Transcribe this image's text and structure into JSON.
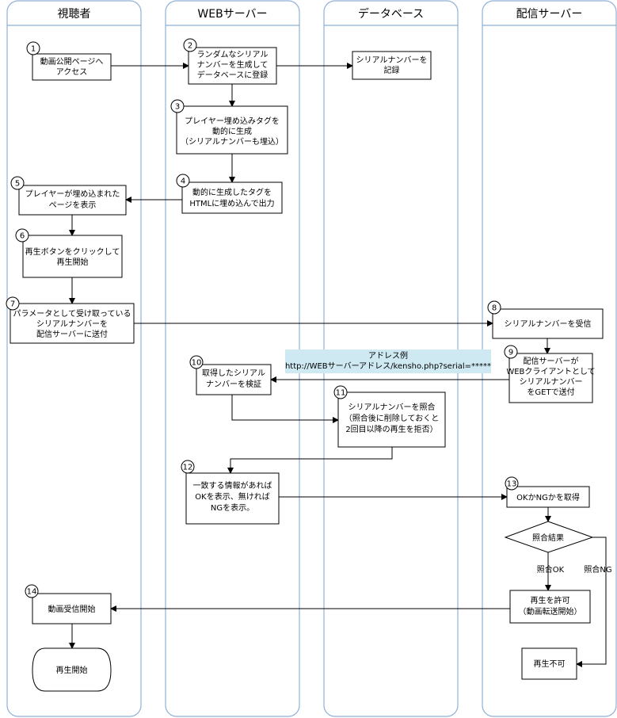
{
  "lanes": [
    "視聴者",
    "WEBサーバー",
    "データベース",
    "配信サーバー"
  ],
  "steps": [
    {
      "num": "1",
      "lines": [
        "動画公開ページへ",
        "アクセス"
      ]
    },
    {
      "num": "2",
      "lines": [
        "ランダムなシリアル",
        "ナンバーを生成して",
        "データベースに登録"
      ]
    },
    {
      "num": "",
      "lines": [
        "シリアルナンバーを",
        "記録"
      ]
    },
    {
      "num": "3",
      "lines": [
        "プレイヤー埋め込みタグを",
        "動的に生成",
        "（シリアルナンバーも埋込）"
      ]
    },
    {
      "num": "4",
      "lines": [
        "動的に生成したタグを",
        "HTMLに埋め込んで出力"
      ]
    },
    {
      "num": "5",
      "lines": [
        "プレイヤーが埋め込まれた",
        "ページを表示"
      ]
    },
    {
      "num": "6",
      "lines": [
        "再生ボタンをクリックして",
        "再生開始"
      ]
    },
    {
      "num": "7",
      "lines": [
        "パラメータとして受け取っている",
        "シリアルナンバーを",
        "配信サーバーに送付"
      ]
    },
    {
      "num": "8",
      "lines": [
        "シリアルナンバーを受信"
      ]
    },
    {
      "num": "9",
      "lines": [
        "配信サーバーが",
        "WEBクライアントとして",
        "シリアルナンバー",
        "をGETで送付"
      ]
    },
    {
      "num": "10",
      "lines": [
        "取得したシリアル",
        "ナンバーを検証"
      ]
    },
    {
      "num": "11",
      "lines": [
        "シリアルナンバーを照合",
        "（照合後に削除しておくと",
        "2回目以降の再生を拒否）"
      ]
    },
    {
      "num": "12",
      "lines": [
        "一致する情報があれば",
        "OKを表示、無ければ",
        "NGを表示。"
      ]
    },
    {
      "num": "13",
      "lines": [
        "OKかNGかを取得"
      ]
    },
    {
      "num": "",
      "lines": [
        "照合結果"
      ]
    },
    {
      "num": "",
      "lines": [
        "再生を許可",
        "（動画転送開始）"
      ]
    },
    {
      "num": "",
      "lines": [
        "再生不可"
      ]
    },
    {
      "num": "14",
      "lines": [
        "動画受信開始"
      ]
    },
    {
      "num": "",
      "lines": [
        "再生開始"
      ]
    }
  ],
  "note": {
    "lines": [
      "アドレス例",
      "http://WEBサーバーアドレス/kensho.php?serial=*****"
    ]
  },
  "branch_labels": {
    "ok": "照合OK",
    "ng": "照合NG"
  }
}
